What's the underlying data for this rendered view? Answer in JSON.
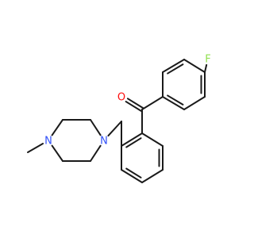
{
  "molecule": {
    "atoms": {
      "fluorine": "F",
      "oxygen": "O",
      "nitrogen_1": "N",
      "nitrogen_2": "N"
    },
    "colors": {
      "bond": "#1a1a1a",
      "fluorine": "#90e050",
      "oxygen": "#ff0d0d",
      "nitrogen": "#3050f8"
    }
  }
}
